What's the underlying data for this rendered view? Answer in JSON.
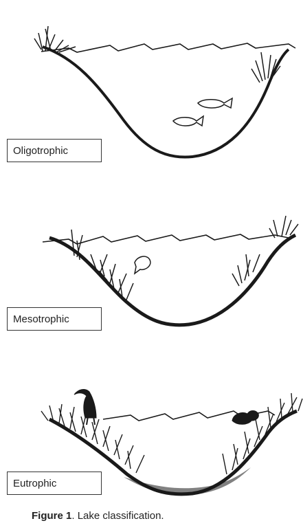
{
  "panels": [
    {
      "label": "Oligotrophic"
    },
    {
      "label": "Mesotrophic"
    },
    {
      "label": "Eutrophic"
    }
  ],
  "caption": {
    "prefix": "Figure 1",
    "text": ". Lake classification."
  },
  "colors": {
    "ink": "#1a1a1a",
    "background": "#ffffff"
  }
}
